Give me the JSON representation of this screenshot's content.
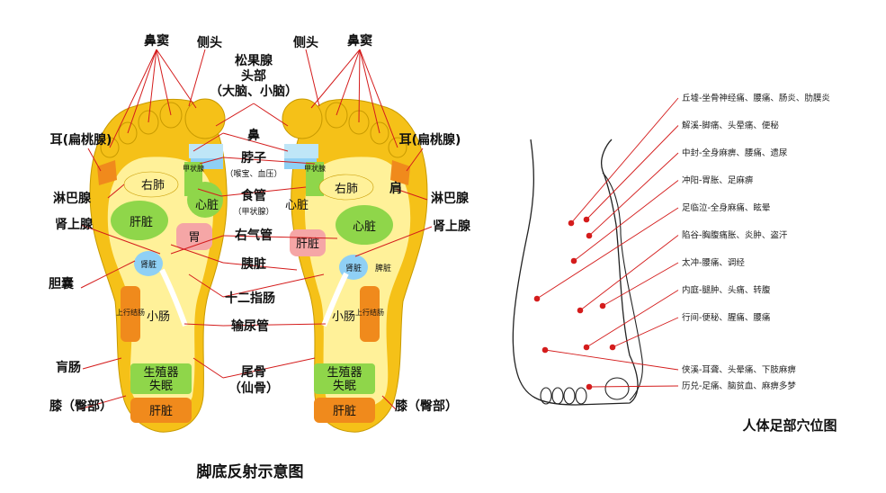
{
  "colors": {
    "outer": "#f5c118",
    "inner": "#fff199",
    "orange": "#f08a1c",
    "green": "#8fd64a",
    "green_light": "#c9ef92",
    "blue": "#8fd0f5",
    "pink": "#f5a6a6",
    "line": "#d41c1c",
    "dot": "#d41c1c"
  },
  "foot_labels": {
    "sinus_l": "鼻窦",
    "head_side_l": "侧头",
    "head_side_r": "侧头",
    "sinus_r": "鼻窦",
    "pineal_1": "松果腺",
    "pineal_2": "头部",
    "pineal_3": "（大脑、小脑）",
    "ear_l": "耳(扁桃腺)",
    "ear_r": "耳(扁桃腺)",
    "nose": "鼻",
    "neck": "脖子",
    "neck_sub": "（喉宝、血压）",
    "esophagus": "食管",
    "esophagus_sub": "（甲状腺）",
    "lymph_l": "淋巴腺",
    "lymph_r": "淋巴腺",
    "adrenal_l": "肾上腺",
    "adrenal_r": "肾上腺",
    "right_trachea": "右气管",
    "pancreas": "胰脏",
    "gallbladder": "胆囊",
    "duodenum": "十二指肠",
    "ureter": "输尿管",
    "blind_gut": "肓肠",
    "knee_l": "膝（臀部）",
    "knee_r": "膝（臀部）",
    "tailbone_1": "尾骨",
    "tailbone_2": "（仙骨）",
    "shoulder": "肩",
    "diagram_title": "脚底反射示意图"
  },
  "in_foot": {
    "right_lung": "右肺",
    "thyroid": "甲状腺",
    "heart": "心脏",
    "liver": "肝脏",
    "stomach": "胃",
    "kidney": "肾脏",
    "small_intestine": "小肠",
    "ascending_colon": "上行结肠",
    "reproductive": "生殖器",
    "insomnia": "失眠",
    "heel": "肝脏",
    "spleen": "脾脏"
  },
  "acupoints": [
    "丘墟-坐骨神经痛、腰痛、肠炎、肋膜炎",
    "解溪-脚痛、头晕痛、便秘",
    "中封-全身麻痹、腰痛、遗尿",
    "冲阳-胃胀、足麻痹",
    "足临泣-全身麻痛、眩晕",
    "陷谷-胸腹痛胀、炎肿、盗汗",
    "太冲-腰痛、调经",
    "内庭-腿肿、头痛、转腹",
    "行间-便秘、腥痛、腰痛",
    "侠溪-耳聋、头晕痛、下肢麻痹",
    "历兑-足痛、脑贫血、麻痹多梦"
  ],
  "foot_figure_title": "人体足部穴位图"
}
